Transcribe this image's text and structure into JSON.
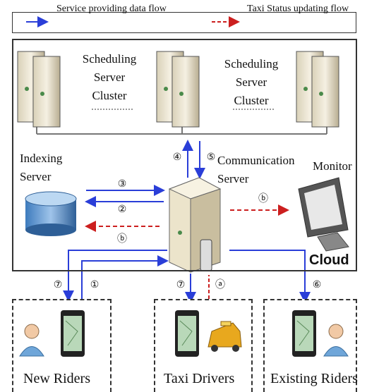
{
  "legend": {
    "service_flow": "Service providing data flow",
    "status_flow": "Taxi Status updating flow"
  },
  "scheduling": {
    "left_label_l1": "Scheduling",
    "left_label_l2": "Server",
    "left_label_l3": "Cluster",
    "right_label_l1": "Scheduling",
    "right_label_l2": "Server",
    "right_label_l3": "Cluster"
  },
  "indexing": {
    "label_l1": "Indexing",
    "label_l2": "Server"
  },
  "communication": {
    "label_l1": "Communication",
    "label_l2": "Server"
  },
  "monitor": {
    "label": "Monitor"
  },
  "cloud": {
    "label": "Cloud"
  },
  "steps": {
    "s1": "①",
    "s2": "②",
    "s3": "③",
    "s4": "④",
    "s5": "⑤",
    "s6": "⑥",
    "s7a": "⑦",
    "s7b": "⑦",
    "sa": "ⓐ",
    "sb_monitor": "ⓑ",
    "sb_index": "ⓑ"
  },
  "groups": {
    "new_riders": "New Riders",
    "taxi_drivers": "Taxi Drivers",
    "existing_riders": "Existing Riders"
  },
  "colors": {
    "service": "#2a3ed8",
    "status": "#cc1f1f"
  }
}
